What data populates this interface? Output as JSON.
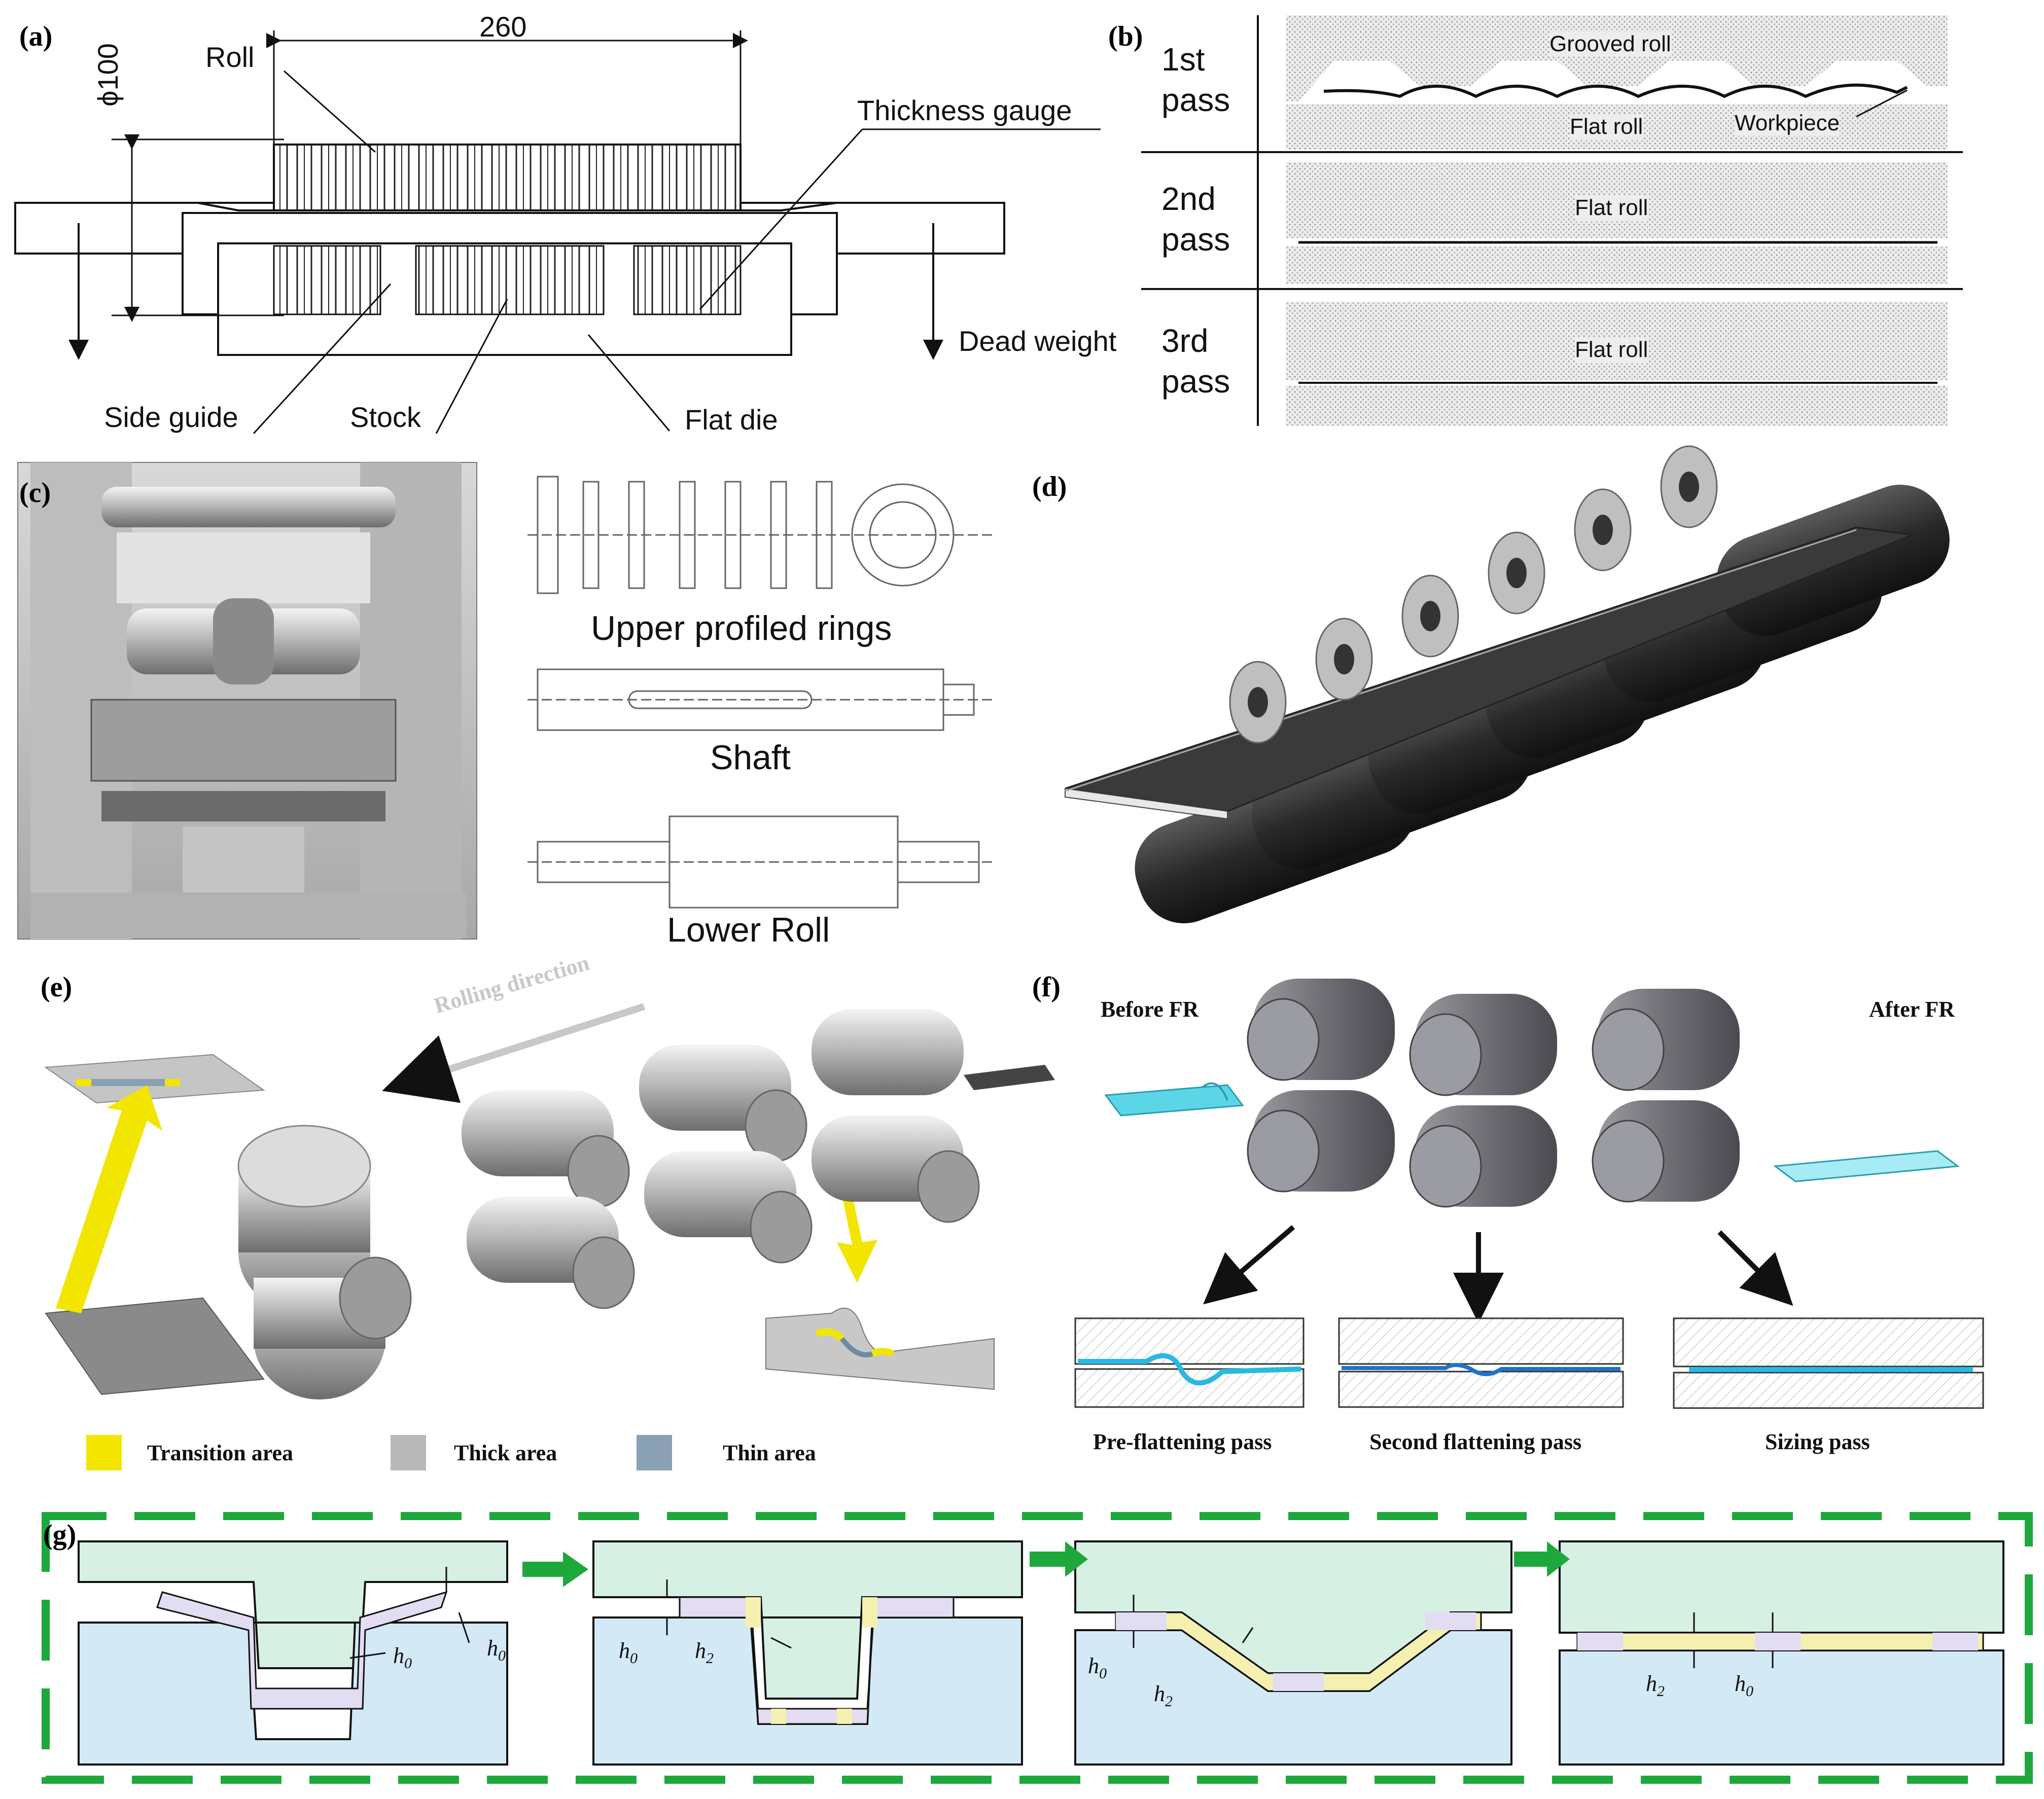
{
  "panels": {
    "a": {
      "label": "(a)",
      "dim_width": "260",
      "dim_diameter": "ϕ100",
      "roll": "Roll",
      "thickness_gauge": "Thickness  gauge",
      "dead_weight": "Dead  weight",
      "side_guide": "Side guide",
      "stock": "Stock",
      "flat_die": "Flat die"
    },
    "b": {
      "label": "(b)",
      "pass1_line1": "1st",
      "pass1_line2": "pass",
      "pass2_line1": "2nd",
      "pass2_line2": "pass",
      "pass3_line1": "3rd",
      "pass3_line2": "pass",
      "grooved_roll": "Grooved roll",
      "flat_roll_1": "Flat roll",
      "workpiece": "Workpiece",
      "flat_roll_2": "Flat roll",
      "flat_roll_3": "Flat roll"
    },
    "c": {
      "label": "(c)",
      "upper_rings": "Upper profiled rings",
      "shaft": "Shaft",
      "lower_roll": "Lower Roll"
    },
    "d": {
      "label": "(d)"
    },
    "e": {
      "label": "(e)",
      "rolling_direction": "Rolling direction",
      "legend": [
        {
          "name": "Transition area",
          "color": "#f2e600"
        },
        {
          "name": "Thick area",
          "color": "#b8b8b8"
        },
        {
          "name": "Thin area",
          "color": "#8aa0b4"
        }
      ]
    },
    "f": {
      "label": "(f)",
      "before": "Before FR",
      "after": "After FR",
      "pass1": "Pre-flattening pass",
      "pass2": "Second flattening pass",
      "pass3": "Sizing pass"
    },
    "g": {
      "label": "(g)",
      "h0": "h",
      "h0_sub": "0",
      "h2": "h",
      "h2_sub": "2",
      "border_color": "#1ea83c",
      "upper_die_color": "#d6f0e4",
      "lower_die_color": "#d4e9f6"
    }
  }
}
